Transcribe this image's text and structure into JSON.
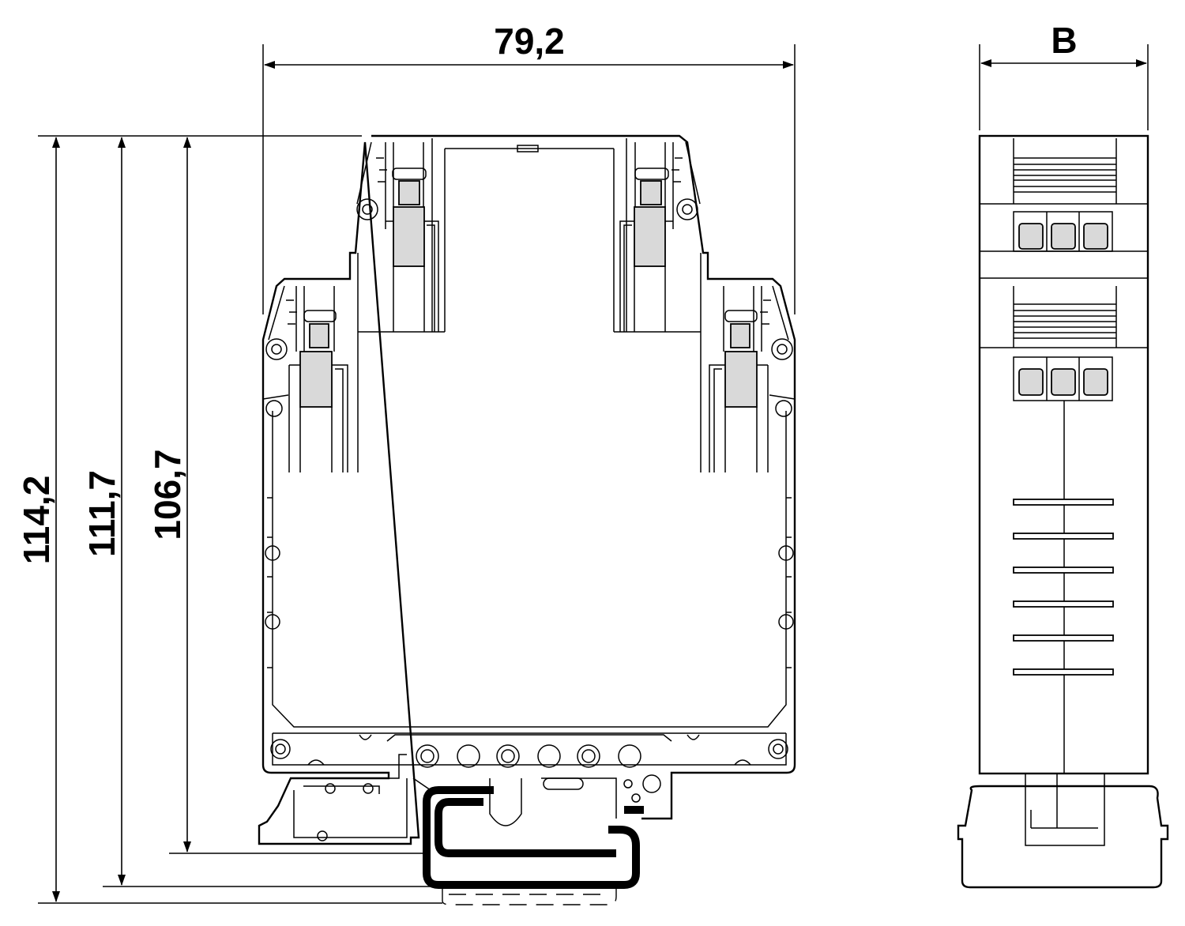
{
  "dimensions": {
    "width_label": "79,2",
    "depth_label": "B",
    "height_total_label": "114,2",
    "height_mid_label": "111,7",
    "height_inner_label": "106,7"
  },
  "colors": {
    "line": "#000000",
    "fill_light": "#d9d9d9",
    "background": "#ffffff"
  }
}
